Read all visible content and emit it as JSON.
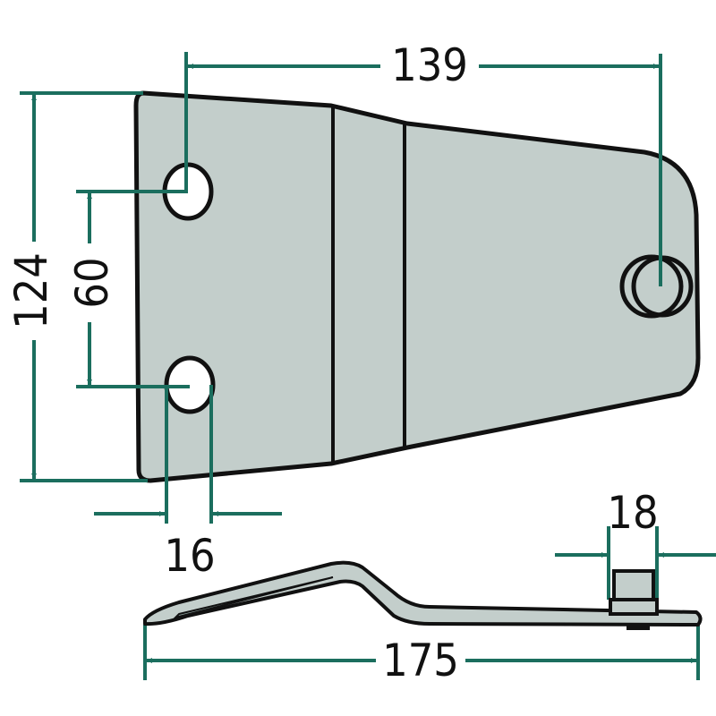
{
  "drawing": {
    "subject": "Flat blade / knife with two mounting holes and bolt",
    "colors": {
      "dimension_line": "#1b6e5e",
      "part_fill": "#c3cecb",
      "part_outline": "#111111",
      "background": "#ffffff"
    },
    "dimensions": {
      "hole_spacing_length": "139",
      "overall_height": "124",
      "hole_pitch": "60",
      "hole_diameter": "16",
      "bolt_diameter": "18",
      "overall_length": "175"
    }
  }
}
